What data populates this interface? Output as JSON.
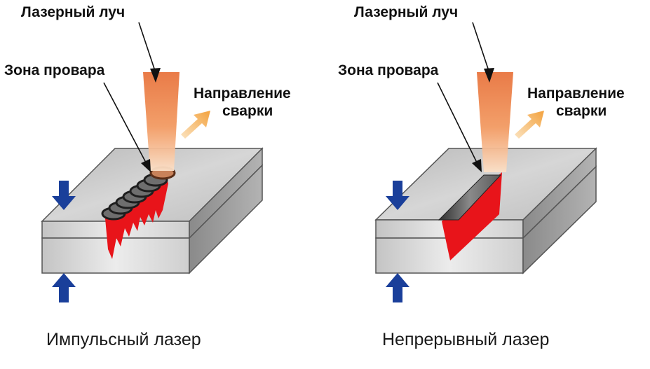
{
  "left_panel": {
    "laser_beam_label": "Лазерный луч",
    "weld_zone_label": "Зона провара",
    "direction_label_line1": "Направление",
    "direction_label_line2": "сварки",
    "caption": "Импульсный лазер"
  },
  "right_panel": {
    "laser_beam_label": "Лазерный луч",
    "weld_zone_label": "Зона провара",
    "direction_label_line1": "Направление",
    "direction_label_line2": "сварки",
    "caption": "Непрерывный лазер"
  },
  "colors": {
    "beam_top": "#e8743e",
    "beam_bottom": "#f7c49a",
    "weld_red": "#e8141a",
    "weld_dark": "#3a3a3a",
    "plate_top": "#c9c9c9",
    "plate_front": "#dedede",
    "plate_side": "#9a9a9a",
    "clamp_arrow": "#1a3f9a",
    "direction_arrow": "#f6b25a"
  }
}
